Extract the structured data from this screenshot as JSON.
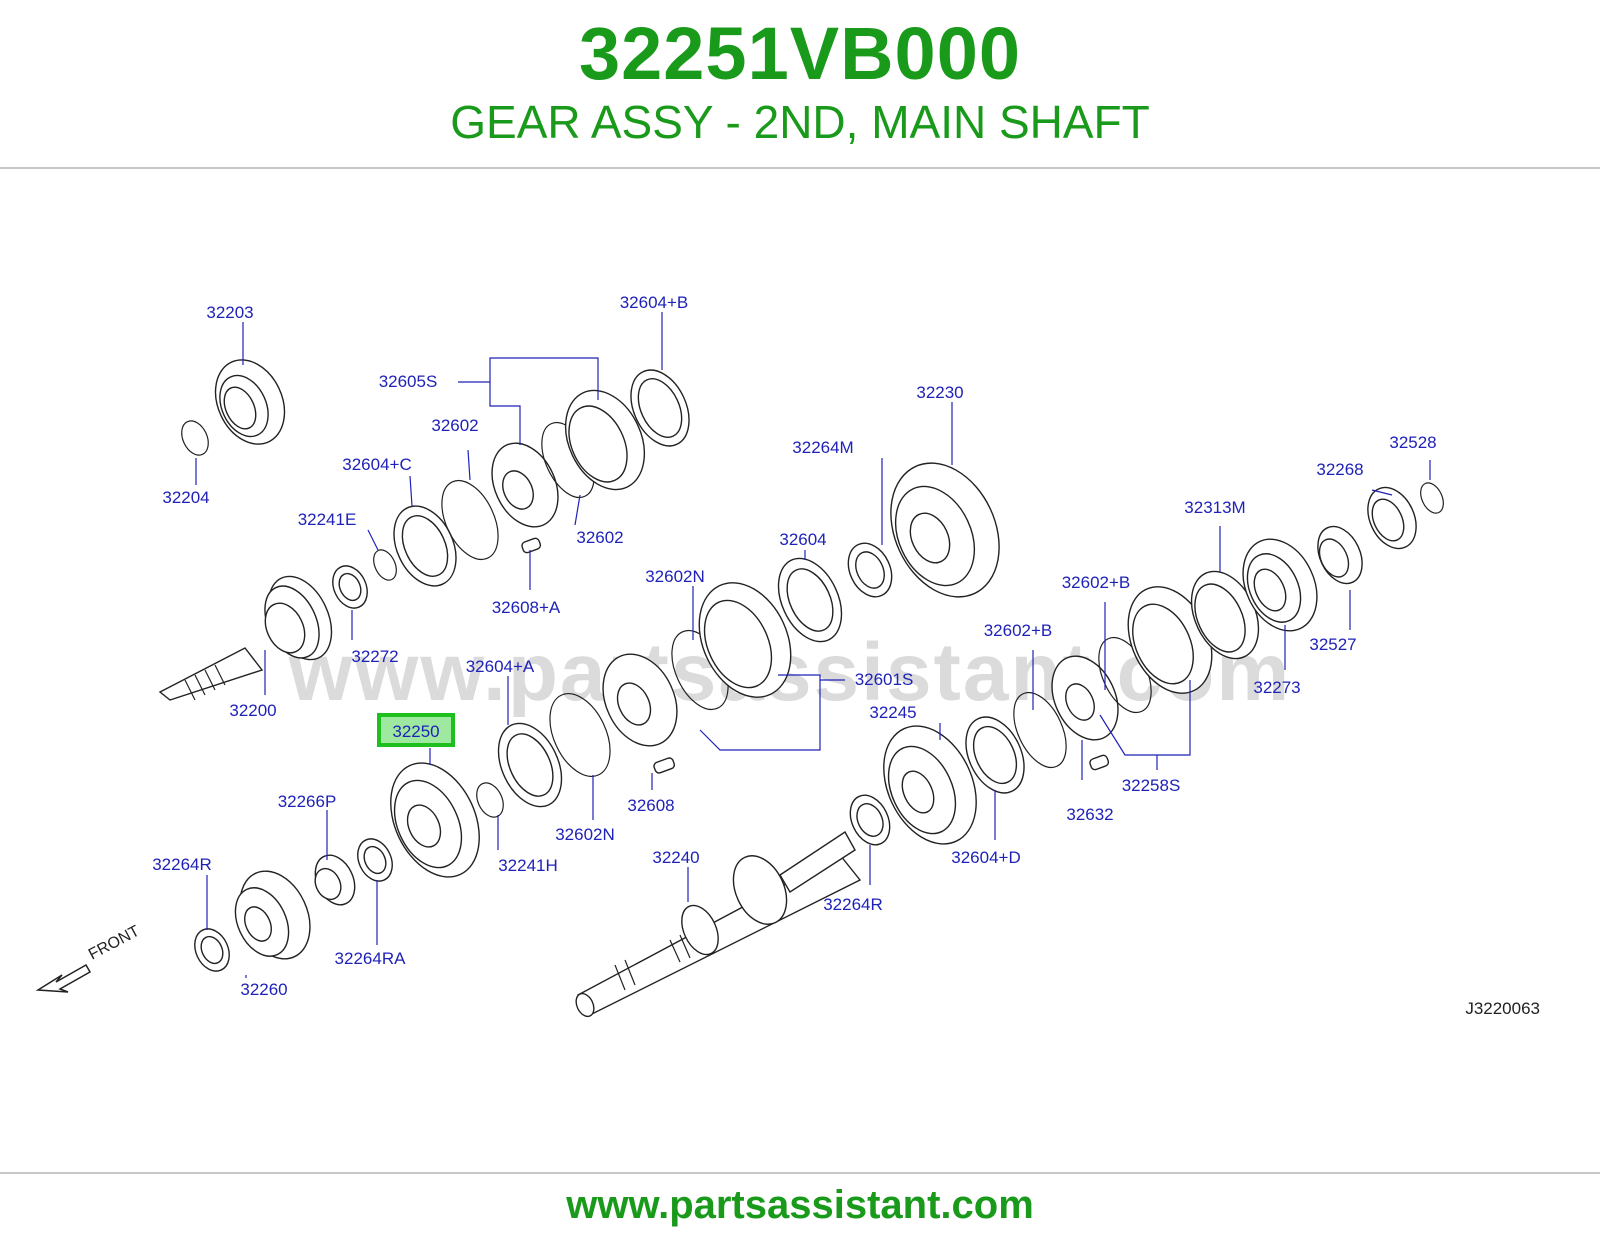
{
  "header": {
    "part_number": "32251VB000",
    "description": "GEAR ASSY - 2ND, MAIN SHAFT"
  },
  "footer": {
    "url": "www.partsassistant.com"
  },
  "diagram": {
    "watermark": "www.partsassistant.com",
    "front_label": "FRONT",
    "drawing_code": "J3220063",
    "highlighted_part": "32250",
    "highlight_color": "#1ec01e",
    "label_color": "#1f22b8",
    "labels": {
      "p32203": "32203",
      "p32204": "32204",
      "p32604B_top": "32604+B",
      "p32605S": "32605S",
      "p32602_a": "32602",
      "p32602_b": "32602",
      "p32604C": "32604+C",
      "p32241E": "32241E",
      "p32608A": "32608+A",
      "p32272": "32272",
      "p32200": "32200",
      "p32230": "32230",
      "p32264M": "32264M",
      "p32604": "32604",
      "p32602N_top": "32602N",
      "p32604A": "32604+A",
      "p32601S": "32601S",
      "p32250": "32250",
      "p32266P": "32266P",
      "p32264R_left": "32264R",
      "p32264RA": "32264RA",
      "p32260": "32260",
      "p32241H": "32241H",
      "p32602N_bottom": "32602N",
      "p32608": "32608",
      "p32240": "32240",
      "p32264R_right": "32264R",
      "p32245": "32245",
      "p32604D": "32604+D",
      "p32632": "32632",
      "p32602B_top": "32602+B",
      "p32602B_mid": "32602+B",
      "p32258S": "32258S",
      "p32313M": "32313M",
      "p32273": "32273",
      "p32527": "32527",
      "p32268": "32268",
      "p32528": "32528"
    }
  }
}
